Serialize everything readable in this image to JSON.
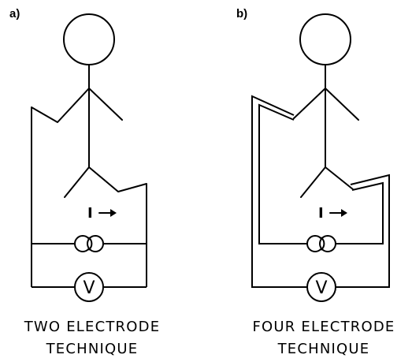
{
  "panels": [
    {
      "label": "a)",
      "current_label": "I",
      "meter_label": "V",
      "caption_line1": "TWO ELECTRODE",
      "caption_line2": "TECHNIQUE"
    },
    {
      "label": "b)",
      "current_label": "I",
      "meter_label": "V",
      "caption_line1": "FOUR ELECTRODE",
      "caption_line2": "TECHNIQUE"
    }
  ],
  "icons": {
    "current_source": "current-source-icon",
    "voltmeter": "voltmeter-icon",
    "arrow": "arrow-right-icon"
  }
}
